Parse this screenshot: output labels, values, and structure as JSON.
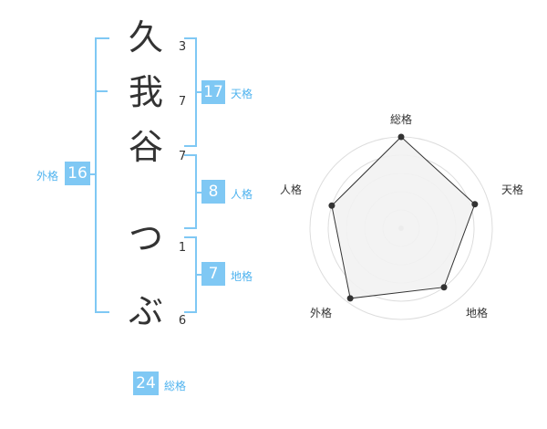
{
  "name": {
    "characters": [
      {
        "char": "久",
        "strokes": "3"
      },
      {
        "char": "我",
        "strokes": "7"
      },
      {
        "char": "谷",
        "strokes": "7"
      },
      {
        "char": "つ",
        "strokes": "1"
      },
      {
        "char": "ぶ",
        "strokes": "6"
      }
    ]
  },
  "fortune": {
    "tenkaku": {
      "value": "17",
      "label": "天格"
    },
    "jinkaku": {
      "value": "8",
      "label": "人格"
    },
    "chikaku": {
      "value": "7",
      "label": "地格"
    },
    "gaikaku": {
      "value": "16",
      "label": "外格"
    },
    "soukaku": {
      "value": "24",
      "label": "総格"
    }
  },
  "radar": {
    "axes": [
      "総格",
      "天格",
      "地格",
      "外格",
      "人格"
    ],
    "values": [
      1.0,
      0.85,
      0.8,
      0.95,
      0.8
    ],
    "colors": {
      "fill": "#f2f2f2",
      "line": "#333333",
      "grid": "#dddddd",
      "center": "#bbbbbb"
    }
  },
  "colors": {
    "accent": "#7fc8f4",
    "label": "#4fb3ef"
  }
}
